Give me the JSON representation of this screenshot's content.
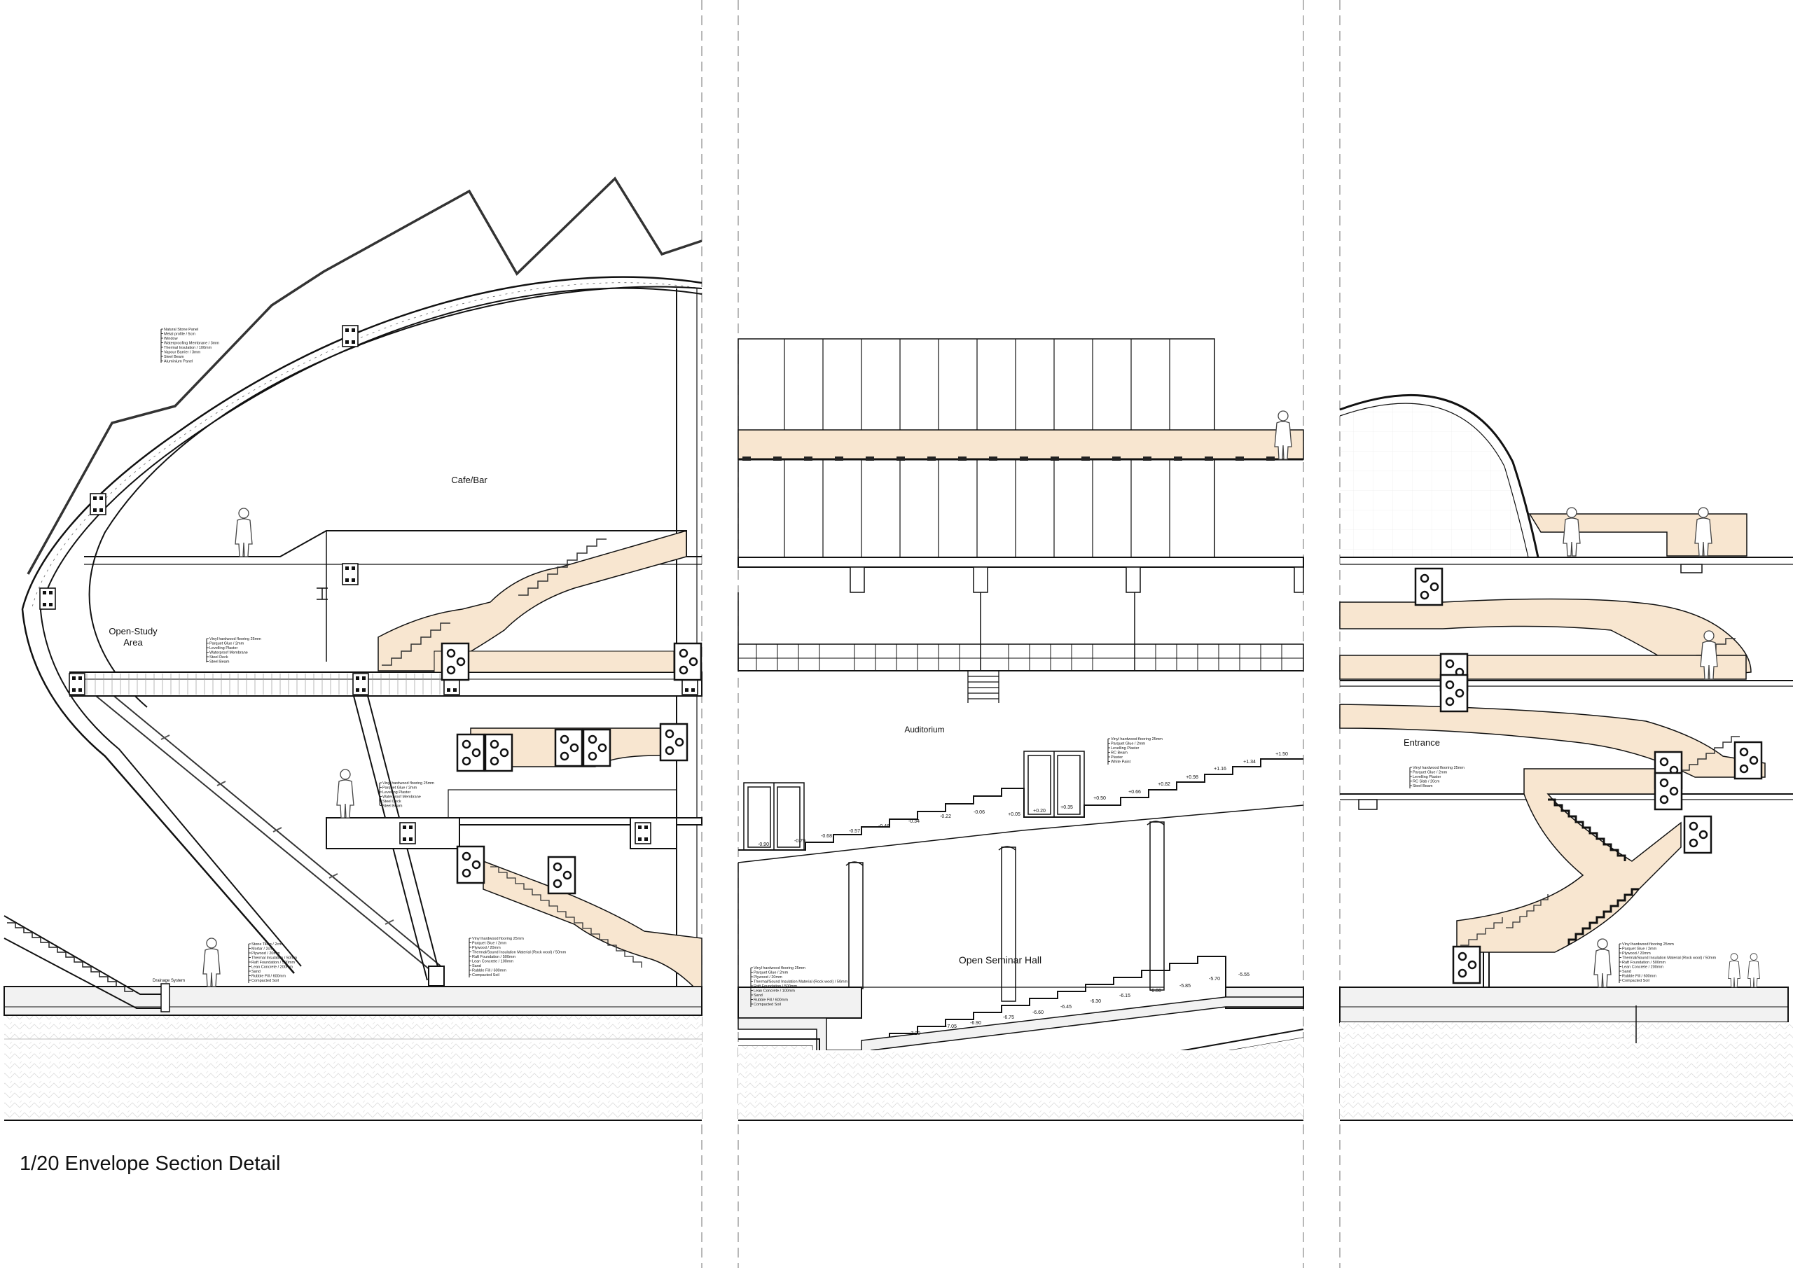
{
  "drawing_title": "1/20 Envelope Section Detail",
  "colors": {
    "line": "#222222",
    "timber": "#f8e6d0",
    "timber_edge": "#c9a27c",
    "ground": "#f2f2f2"
  },
  "panels": {
    "left": {
      "rooms": {
        "cafe": "Cafe/Bar",
        "study_1": "Open-Study",
        "study_2": "Area"
      },
      "annotations": {
        "roof": [
          "Natural Stone Panel",
          "Metal profile / 5cm",
          "Window",
          "Waterproofing Membrane / 3mm",
          "Thermal Insulation / 100mm",
          "Vapour Barrier / 3mm",
          "Steel Beam",
          "Aluminium Panel"
        ],
        "floor1": [
          "Vinyl hardwood flooring 25mm",
          "Parquet Glue / 2mm",
          "Levelling Plaster",
          "Waterproof Membrane",
          "Steel Deck",
          "Steel Beam"
        ],
        "floor2": [
          "Vinyl hardwood flooring 25mm",
          "Parquet Glue / 2mm",
          "Levelling Plaster",
          "Waterproof Membrane",
          "Steel Deck",
          "Steel Beam"
        ],
        "ground": [
          "Stone Tiling / 2cm",
          "Mortar / 2cm",
          "Plywood / 20mm",
          "Thermal Insulation / 50mm",
          "Raft Foundation / 500mm",
          "Lean Concrete / 200mm",
          "Sand",
          "Rubble Fill / 600mm",
          "Compacted Soil"
        ],
        "ground_2": [
          "Vinyl hardwood flooring 25mm",
          "Parquet Glue / 2mm",
          "Plywood / 20mm",
          "Thermal/Sound Insulation Material (Rock wool) / 50mm",
          "Raft Foundation / 500mm",
          "Lean Concrete / 100mm",
          "Sand",
          "Rubble Fill / 600mm",
          "Compacted Soil"
        ],
        "drainage": "Drainage System"
      }
    },
    "middle": {
      "rooms": {
        "auditorium": "Auditorium",
        "seminar": "Open Seminar Hall"
      },
      "annotations": {
        "auditorium": [
          "Vinyl hardwood flooring 25mm",
          "Parquet Glue / 2mm",
          "Levelling Plaster",
          "RC Beam",
          "Plaster",
          "White Paint"
        ],
        "ground": [
          "Vinyl hardwood flooring 25mm",
          "Parquet Glue / 2mm",
          "Plywood / 20mm",
          "Thermal/Sound Insulation Material (Rock wool) / 50mm",
          "Raft Foundation / 500mm",
          "Lean Concrete / 100mm",
          "Sand",
          "Rubble Fill / 600mm",
          "Compacted Soil"
        ]
      },
      "upper_levels": [
        "-0.90",
        "-0.79",
        "-0.68",
        "-0.57",
        "-0.46",
        "-0.34",
        "-0.22",
        "-0.06",
        "+0.05",
        "+0.20",
        "+0.35",
        "+0.50",
        "+0.66",
        "+0.82",
        "+0.98",
        "+1.16",
        "+1.34",
        "+1.50"
      ],
      "lower_levels": [
        "-7.20",
        "-7.05",
        "-6.90",
        "-6.75",
        "-6.60",
        "-6.45",
        "-6.30",
        "-6.15",
        "-6.00",
        "-5.85",
        "-5.70",
        "-5.55"
      ]
    },
    "right": {
      "rooms": {
        "entrance": "Entrance"
      },
      "annotations": {
        "floor": [
          "Vinyl hardwood flooring 25mm",
          "Parquet Glue / 2mm",
          "Levelling Plaster",
          "RC Slab / 20cm",
          "Steel Beam"
        ],
        "ground": [
          "Vinyl hardwood flooring 25mm",
          "Parquet Glue / 2mm",
          "Plywood / 20mm",
          "Thermal/Sound Insulation Material (Rock wool) / 50mm",
          "Raft Foundation / 500mm",
          "Lean Concrete / 200mm",
          "Sand",
          "Rubble Fill / 600mm",
          "Compacted Soil"
        ]
      }
    }
  }
}
